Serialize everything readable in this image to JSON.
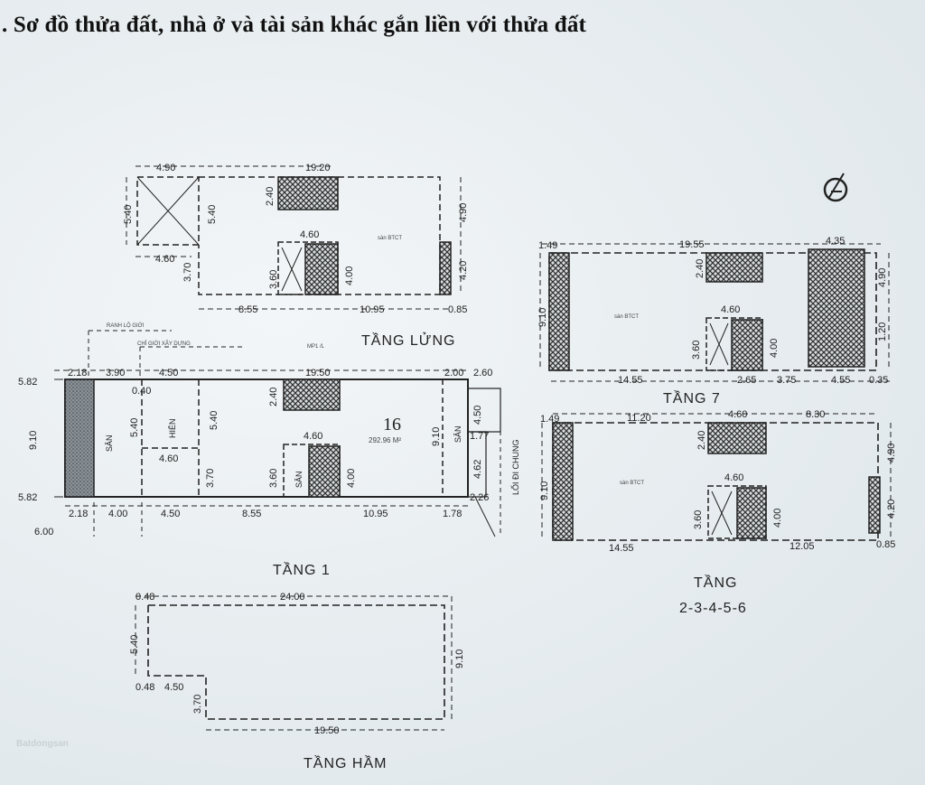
{
  "heading": ". Sơ đồ thửa đất, nhà ở và tài sản khác gắn liền với thửa đất",
  "watermark": "Batdongsan",
  "floors": {
    "lung": {
      "label": "TẦNG LỬNG",
      "dims": [
        "4.90",
        "19.20",
        "4.60",
        "3.70",
        "5.40",
        "5.40",
        "2.40",
        "4.60",
        "3.60",
        "4.00",
        "4.90",
        "4.20",
        "8.55",
        "10.95",
        "0.85"
      ],
      "note": "sàn BTCT"
    },
    "tang1": {
      "label": "TẦNG 1",
      "dims": [
        "2.18",
        "3.90",
        "4.50",
        "19.50",
        "2.00",
        "2.60",
        "5.82",
        "9.10",
        "5.82",
        "6.00",
        "2.18",
        "4.00",
        "4.50",
        "8.55",
        "10.95",
        "1.78",
        "2.26",
        "0.40",
        "5.40",
        "5.40",
        "4.60",
        "3.70",
        "2.40",
        "4.60",
        "3.60",
        "4.00",
        "9.10",
        "4.50",
        "1.77",
        "4.62",
        "16",
        "292.96 M²"
      ],
      "texts": [
        "RANH LỘ GIỚI",
        "CHỈ GIỚI XÂY DỰNG",
        "MP1 /L",
        "SÂN",
        "HIÊN",
        "SÂN",
        "SÂN",
        "LỐI ĐI CHUNG"
      ]
    },
    "tang7": {
      "label": "TẦNG 7",
      "dims": [
        "1.49",
        "19.55",
        "4.35",
        "9.10",
        "2.40",
        "4.60",
        "3.60",
        "4.00",
        "4.90",
        "1.20",
        "14.55",
        "2.65",
        "3.75",
        "4.55",
        "0.35"
      ],
      "note": "sàn BTCT"
    },
    "tang2to6": {
      "label": "TẦNG",
      "sublabel": "2-3-4-5-6",
      "dims": [
        "1.49",
        "11.20",
        "4.60",
        "8.30",
        "2.40",
        "9.10",
        "4.60",
        "3.60",
        "4.00",
        "4.90",
        "4.20",
        "14.55",
        "12.05",
        "0.85"
      ],
      "note": "sàn BTCT"
    },
    "ham": {
      "label": "TẦNG HẦM",
      "dims": [
        "0.48",
        "24.00",
        "5.40",
        "9.10",
        "0.48",
        "4.50",
        "3.70",
        "19.50"
      ]
    }
  }
}
